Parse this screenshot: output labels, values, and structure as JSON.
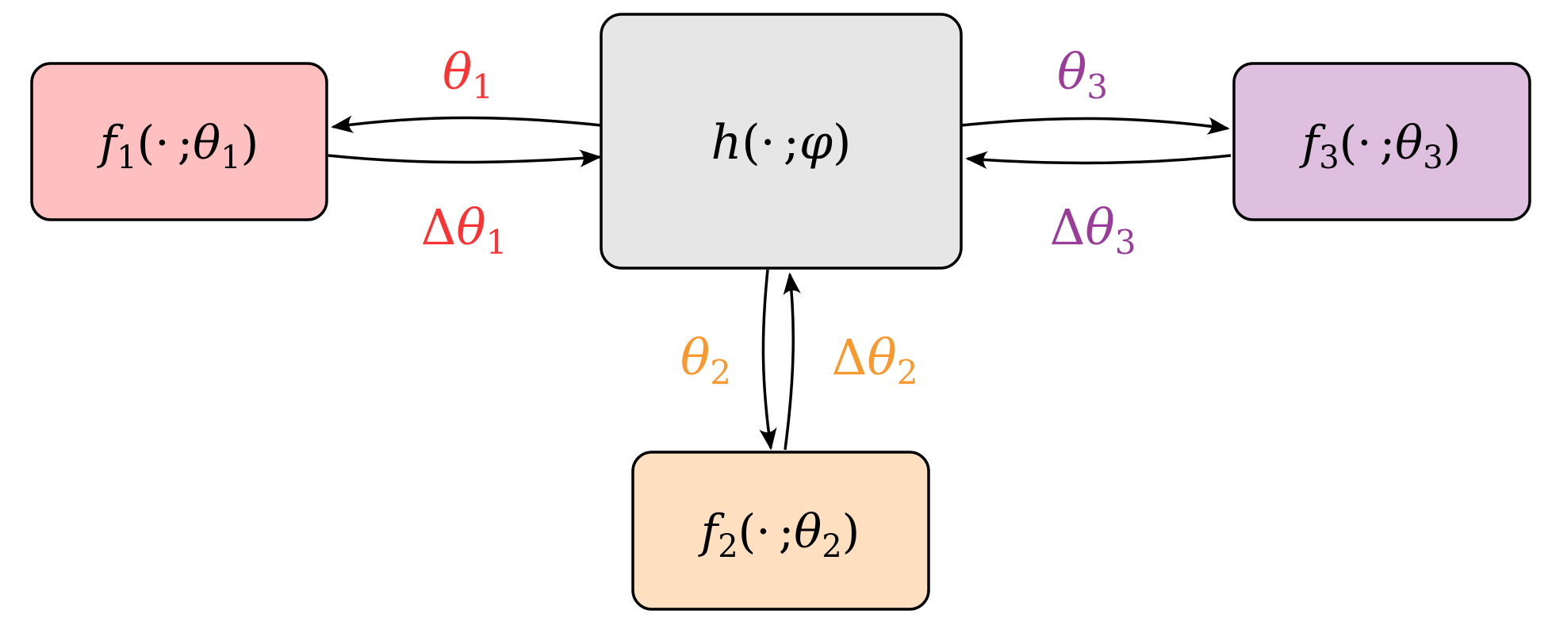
{
  "nodes": {
    "hub": {
      "fn": "h",
      "open": "(",
      "dot": "·",
      "semi": ";",
      "param": "φ",
      "close": ")",
      "fill": "#e6e6e6"
    },
    "f1": {
      "fn": "f",
      "sub": "1",
      "open": "(",
      "dot": "·",
      "semi": ";",
      "param": "θ",
      "param_sub": "1",
      "close": ")",
      "fill": "#fdbfbf"
    },
    "f2": {
      "fn": "f",
      "sub": "2",
      "open": "(",
      "dot": "·",
      "semi": ";",
      "param": "θ",
      "param_sub": "2",
      "close": ")",
      "fill": "#fedfbf"
    },
    "f3": {
      "fn": "f",
      "sub": "3",
      "open": "(",
      "dot": "·",
      "semi": ";",
      "param": "θ",
      "param_sub": "3",
      "close": ")",
      "fill": "#dfbfdf"
    }
  },
  "edges": {
    "theta1": {
      "sym": "θ",
      "sub": "1",
      "color": "#f93434"
    },
    "dtheta1": {
      "delta": "Δ",
      "sym": "θ",
      "sub": "1",
      "color": "#f93434"
    },
    "theta2": {
      "sym": "θ",
      "sub": "2",
      "color": "#f8982f"
    },
    "dtheta2": {
      "delta": "Δ",
      "sym": "θ",
      "sub": "2",
      "color": "#f8982f"
    },
    "theta3": {
      "sym": "θ",
      "sub": "3",
      "color": "#9a3d9a"
    },
    "dtheta3": {
      "delta": "Δ",
      "sym": "θ",
      "sub": "3",
      "color": "#9a3d9a"
    }
  }
}
